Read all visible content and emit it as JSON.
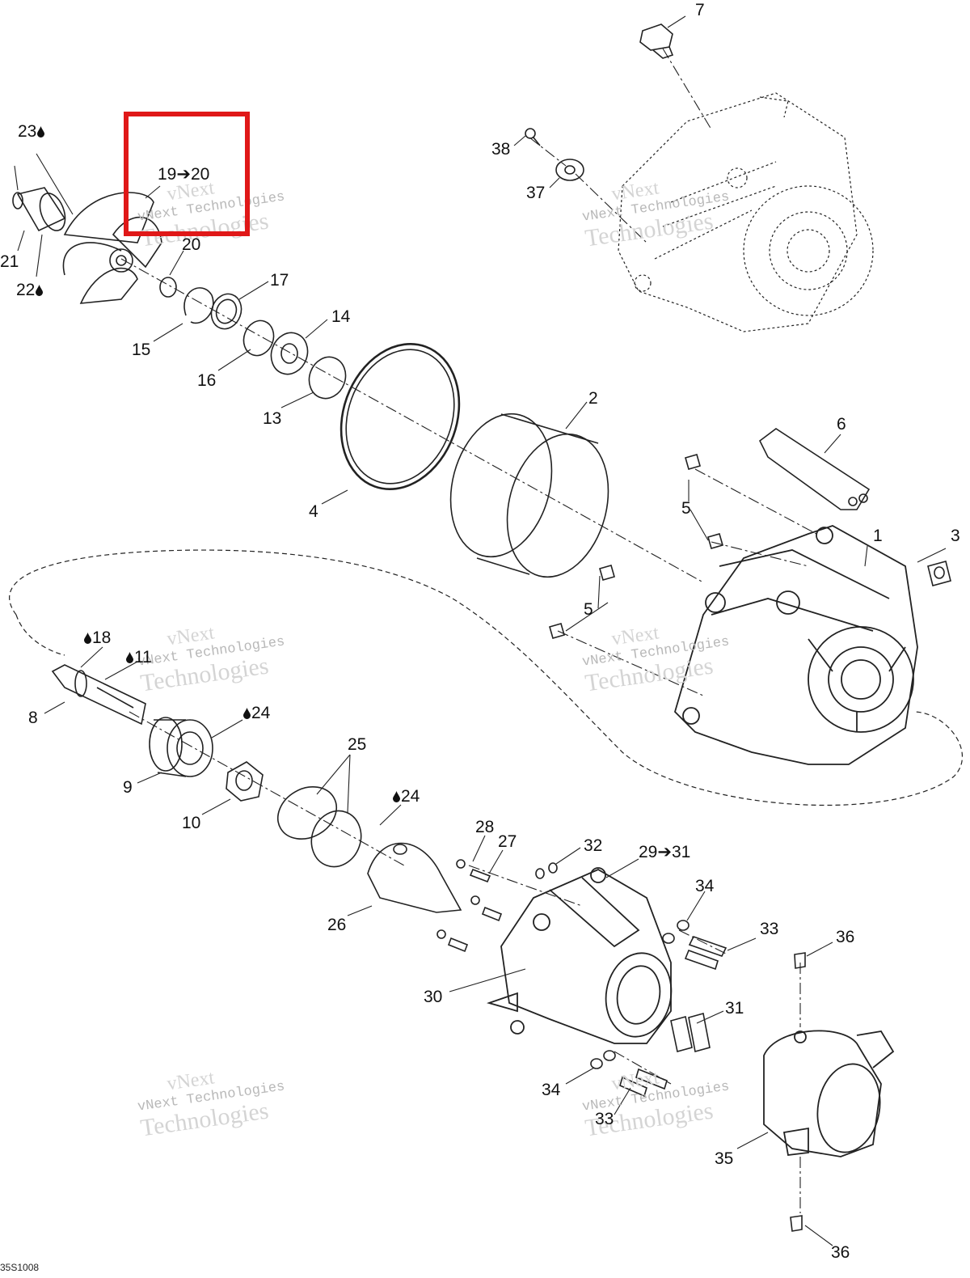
{
  "figure_code": "35S1008",
  "watermark": {
    "line1": "vNext",
    "line2": "vNext Technologies",
    "line3": "Technologies"
  },
  "highlight_color": "#e01818",
  "callouts": {
    "c1": "1",
    "c2": "2",
    "c3": "3",
    "c4": "4",
    "c5a": "5",
    "c5b": "5",
    "c6": "6",
    "c7": "7",
    "c8": "8",
    "c9": "9",
    "c10": "10",
    "c11": "11",
    "c13": "13",
    "c14": "14",
    "c15": "15",
    "c16": "16",
    "c17": "17",
    "c18": "18",
    "c19_20": "19➔20",
    "c20": "20",
    "c21": "21",
    "c22": "22",
    "c23": "23",
    "c24a": "24",
    "c24b": "24",
    "c25": "25",
    "c26": "26",
    "c27": "27",
    "c28": "28",
    "c29_31": "29➔31",
    "c30": "30",
    "c31": "31",
    "c32": "32",
    "c33a": "33",
    "c33b": "33",
    "c34a": "34",
    "c34b": "34",
    "c35": "35",
    "c36a": "36",
    "c36b": "36",
    "c37": "37",
    "c38": "38"
  }
}
